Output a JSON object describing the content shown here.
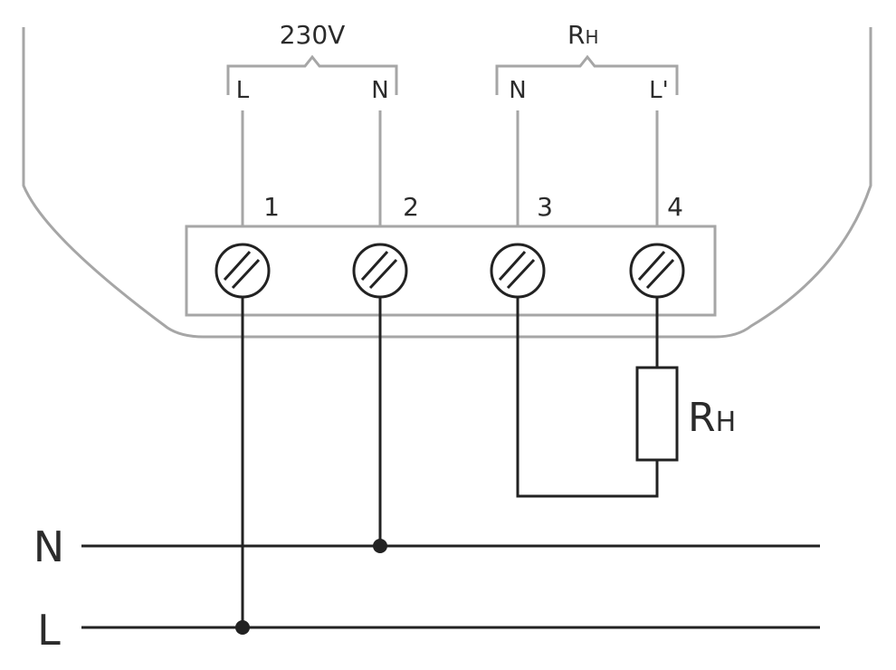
{
  "supply": {
    "voltage_label": "230V",
    "terminal_l": "L",
    "terminal_n": "N"
  },
  "heater_out": {
    "label_main": "R",
    "label_sub": "H",
    "terminal_n": "N",
    "terminal_l_prime": "L'"
  },
  "terminals": [
    "1",
    "2",
    "3",
    "4"
  ],
  "load": {
    "label_main": "R",
    "label_sub": "H"
  },
  "mains": {
    "neutral_label": "N",
    "line_label": "L"
  },
  "colors": {
    "device_outline": "#a6a6a6",
    "wiring": "#222222"
  }
}
